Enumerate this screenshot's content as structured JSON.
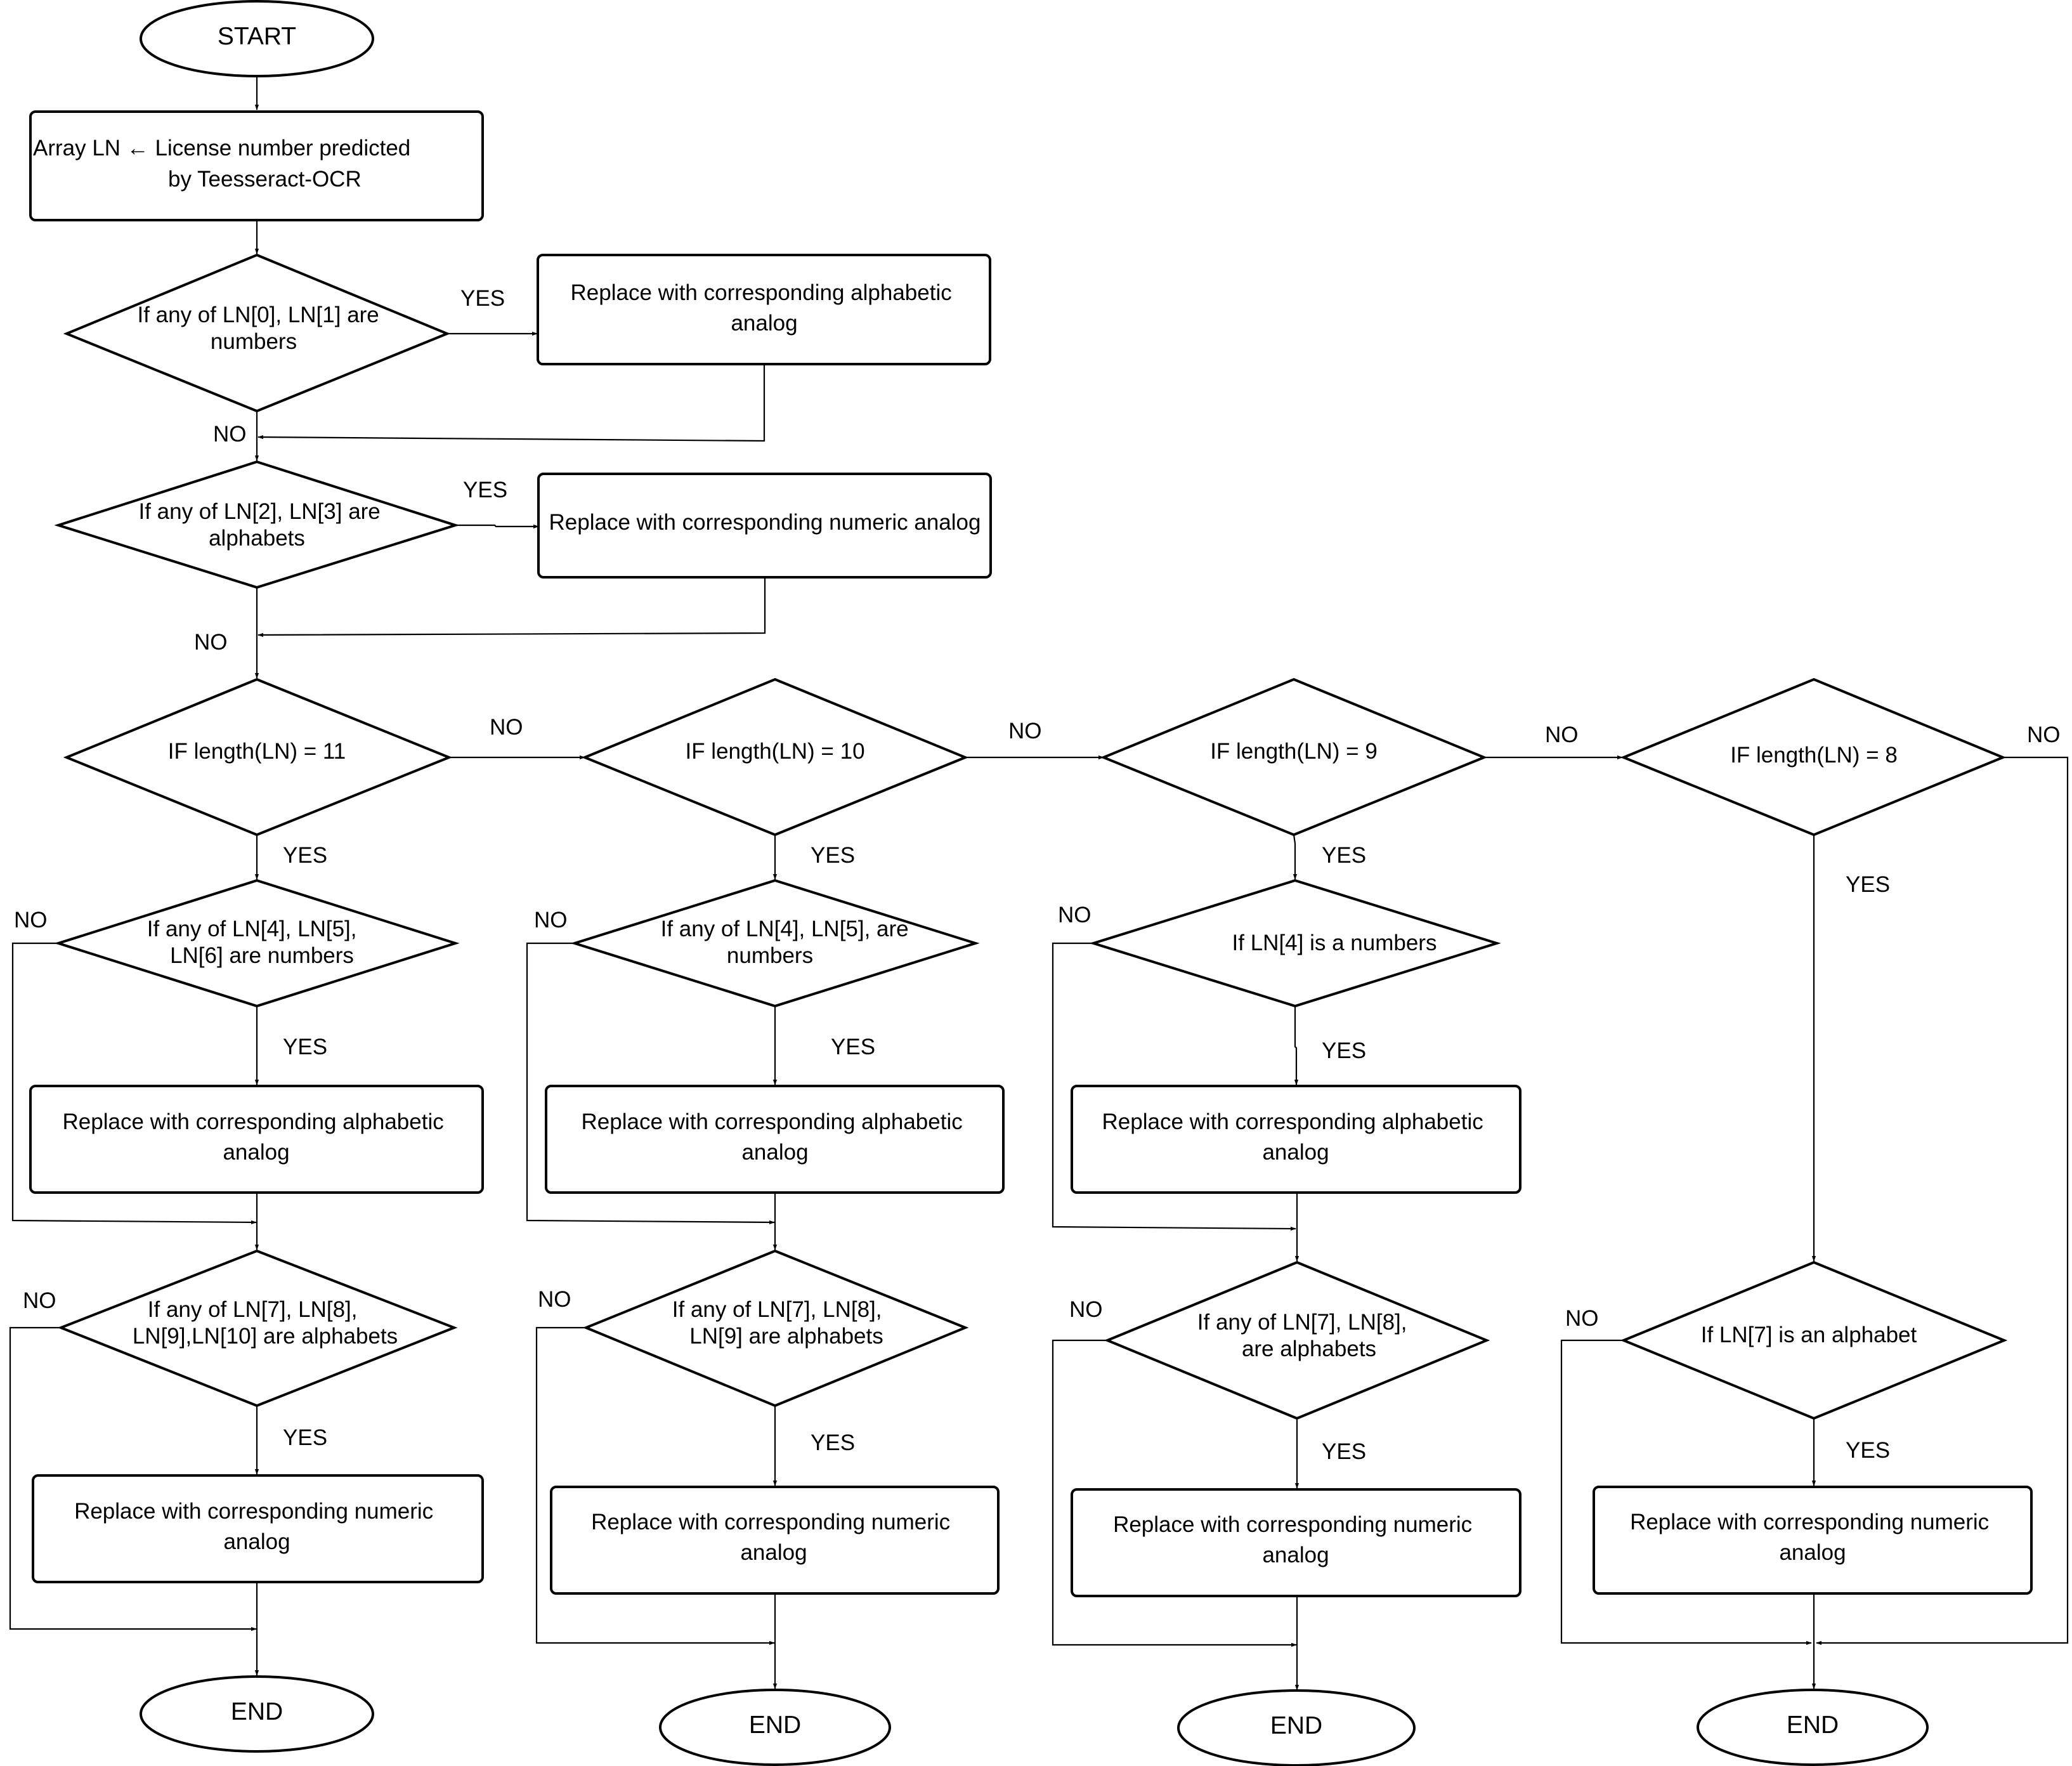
{
  "colors": {
    "stroke": "#000000",
    "fill": "#ffffff",
    "text": "#000000"
  },
  "nodes": {
    "start": "START",
    "init": [
      "Array LN ← License number predicted",
      "by Teesseract-OCR"
    ],
    "d_first": [
      "If any of LN[0], LN[1] are",
      "numbers"
    ],
    "p_first": [
      "Replace with corresponding alphabetic",
      "analog"
    ],
    "d_second": [
      "If any of LN[2], LN[3] are",
      "alphabets"
    ],
    "p_second": [
      "Replace with corresponding numeric analog"
    ],
    "len11": [
      "IF length(LN) = 11"
    ],
    "len10": [
      "IF length(LN) = 10"
    ],
    "len9": [
      "IF length(LN) = 9"
    ],
    "len8": [
      "IF length(LN) = 8"
    ],
    "c11_d1": [
      "If any of LN[4], LN[5],",
      "LN[6] are numbers"
    ],
    "c11_p1": [
      "Replace with corresponding alphabetic",
      "analog"
    ],
    "c11_d2": [
      "If any of LN[7], LN[8],",
      "LN[9],LN[10] are alphabets"
    ],
    "c11_p2": [
      "Replace with corresponding numeric",
      "analog"
    ],
    "c10_d1": [
      "If any of LN[4], LN[5], are",
      "numbers"
    ],
    "c10_p1": [
      "Replace with corresponding alphabetic",
      "analog"
    ],
    "c10_d2": [
      "If any of LN[7], LN[8],",
      "LN[9]  are alphabets"
    ],
    "c10_p2": [
      "Replace with corresponding numeric",
      "analog"
    ],
    "c9_d1": [
      "If  LN[4] is a numbers"
    ],
    "c9_p1": [
      "Replace with corresponding alphabetic",
      "analog"
    ],
    "c9_d2": [
      "If any of LN[7], LN[8],",
      "are alphabets"
    ],
    "c9_p2": [
      "Replace with corresponding numeric",
      "analog"
    ],
    "c8_d2": [
      "If LN[7] is an alphabet"
    ],
    "c8_p2": [
      "Replace with corresponding numeric",
      "analog"
    ],
    "end": "END"
  },
  "edge_labels": {
    "yes": "YES",
    "no": "NO"
  }
}
